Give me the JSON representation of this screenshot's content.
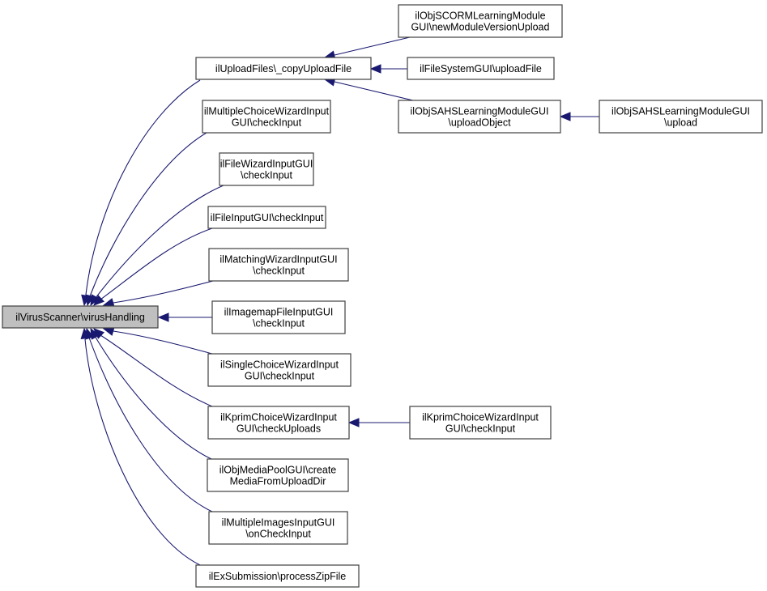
{
  "diagram": {
    "type": "caller-graph",
    "colors": {
      "edge": "#191970",
      "node_border": "#404040",
      "root_fill": "#bfbfbf",
      "node_fill": "#ffffff"
    },
    "nodes": [
      {
        "id": "root",
        "lines": [
          "ilVirusScanner\\virusHandling"
        ],
        "root": true
      },
      {
        "id": "copyUploadFile",
        "lines": [
          "ilUploadFiles\\_copyUploadFile"
        ]
      },
      {
        "id": "mcWizardCheck",
        "lines": [
          "ilMultipleChoiceWizardInput",
          "GUI\\checkInput"
        ]
      },
      {
        "id": "fileWizardCheck",
        "lines": [
          "ilFileWizardInputGUI",
          "\\checkInput"
        ]
      },
      {
        "id": "fileInputCheck",
        "lines": [
          "ilFileInputGUI\\checkInput"
        ]
      },
      {
        "id": "matchingWizardCheck",
        "lines": [
          "ilMatchingWizardInputGUI",
          "\\checkInput"
        ]
      },
      {
        "id": "imagemapCheck",
        "lines": [
          "ilImagemapFileInputGUI",
          "\\checkInput"
        ]
      },
      {
        "id": "scWizardCheck",
        "lines": [
          "ilSingleChoiceWizardInput",
          "GUI\\checkInput"
        ]
      },
      {
        "id": "kprimCheckUploads",
        "lines": [
          "ilKprimChoiceWizardInput",
          "GUI\\checkUploads"
        ]
      },
      {
        "id": "mediaPoolCreate",
        "lines": [
          "ilObjMediaPoolGUI\\create",
          "MediaFromUploadDir"
        ]
      },
      {
        "id": "multiImagesCheck",
        "lines": [
          "ilMultipleImagesInputGUI",
          "\\onCheckInput"
        ]
      },
      {
        "id": "exSubmissionZip",
        "lines": [
          "ilExSubmission\\processZipFile"
        ]
      },
      {
        "id": "scormNewVersion",
        "lines": [
          "ilObjSCORMLearningModule",
          "GUI\\newModuleVersionUpload"
        ]
      },
      {
        "id": "fsUploadFile",
        "lines": [
          "ilFileSystemGUI\\uploadFile"
        ]
      },
      {
        "id": "sahsUploadObject",
        "lines": [
          "ilObjSAHSLearningModuleGUI",
          "\\uploadObject"
        ]
      },
      {
        "id": "sahsUpload",
        "lines": [
          "ilObjSAHSLearningModuleGUI",
          "\\upload"
        ]
      },
      {
        "id": "kprimCheckInput",
        "lines": [
          "ilKprimChoiceWizardInput",
          "GUI\\checkInput"
        ]
      }
    ],
    "edges": [
      {
        "from": "copyUploadFile",
        "to": "root"
      },
      {
        "from": "mcWizardCheck",
        "to": "root"
      },
      {
        "from": "fileWizardCheck",
        "to": "root"
      },
      {
        "from": "fileInputCheck",
        "to": "root"
      },
      {
        "from": "matchingWizardCheck",
        "to": "root"
      },
      {
        "from": "imagemapCheck",
        "to": "root"
      },
      {
        "from": "scWizardCheck",
        "to": "root"
      },
      {
        "from": "kprimCheckUploads",
        "to": "root"
      },
      {
        "from": "mediaPoolCreate",
        "to": "root"
      },
      {
        "from": "multiImagesCheck",
        "to": "root"
      },
      {
        "from": "exSubmissionZip",
        "to": "root"
      },
      {
        "from": "scormNewVersion",
        "to": "copyUploadFile"
      },
      {
        "from": "fsUploadFile",
        "to": "copyUploadFile"
      },
      {
        "from": "sahsUploadObject",
        "to": "copyUploadFile"
      },
      {
        "from": "sahsUpload",
        "to": "sahsUploadObject"
      },
      {
        "from": "kprimCheckInput",
        "to": "kprimCheckUploads"
      }
    ]
  }
}
